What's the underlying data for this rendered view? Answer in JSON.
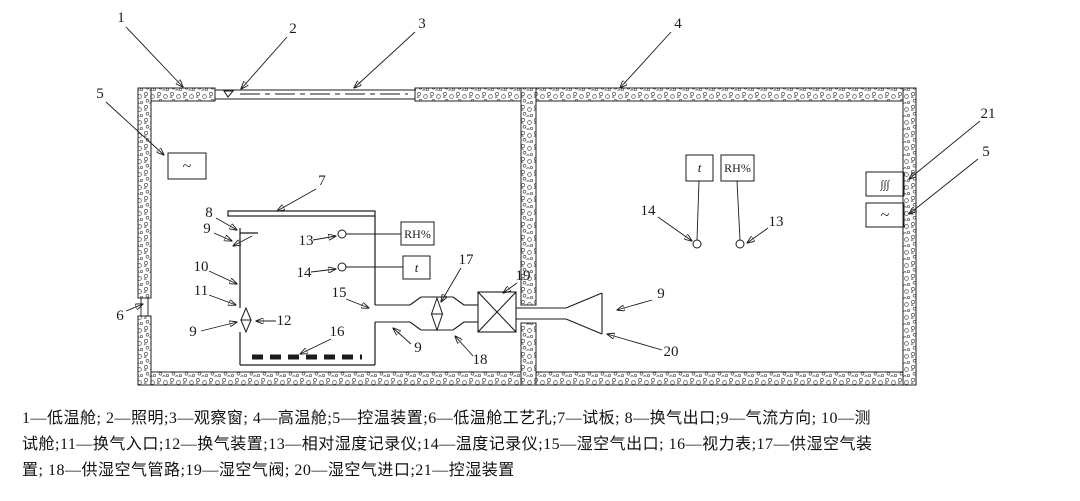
{
  "colors": {
    "ink": "#1b1b1b",
    "background": "#ffffff"
  },
  "diagram": {
    "labels": {
      "n1": "1",
      "n2": "2",
      "n3": "3",
      "n4": "4",
      "n5_left": "5",
      "n5_right": "5",
      "n6": "6",
      "n7": "7",
      "n8": "8",
      "n9_outlet": "9",
      "n9_fan": "9",
      "n9_duct": "9",
      "n9_inlet": "9",
      "n10": "10",
      "n11": "11",
      "n12": "12",
      "n13_left": "13",
      "n13_right": "13",
      "n14_left": "14",
      "n14_right": "14",
      "n15": "15",
      "n16": "16",
      "n17": "17",
      "n18": "18",
      "n19": "19",
      "n20": "20",
      "n21": "21"
    },
    "devices": {
      "power_symbol": "~",
      "humidity_symbol": "∫∫∫",
      "rh_label": "RH%",
      "t_label": "t"
    }
  },
  "caption": {
    "line1": "1—低温舱; 2—照明;3—观察窗; 4—高温舱;5—控温装置;6—低温舱工艺孔;7—试板; 8—换气出口;9—气流方向; 10—测",
    "line2": "试舱;11—换气入口;12—换气装置;13—相对湿度记录仪;14—温度记录仪;15—湿空气出口; 16—视力表;17—供湿空气装",
    "line3": "置; 18—供湿空气管路;19—湿空气阀; 20—湿空气进口;21—控湿装置"
  }
}
